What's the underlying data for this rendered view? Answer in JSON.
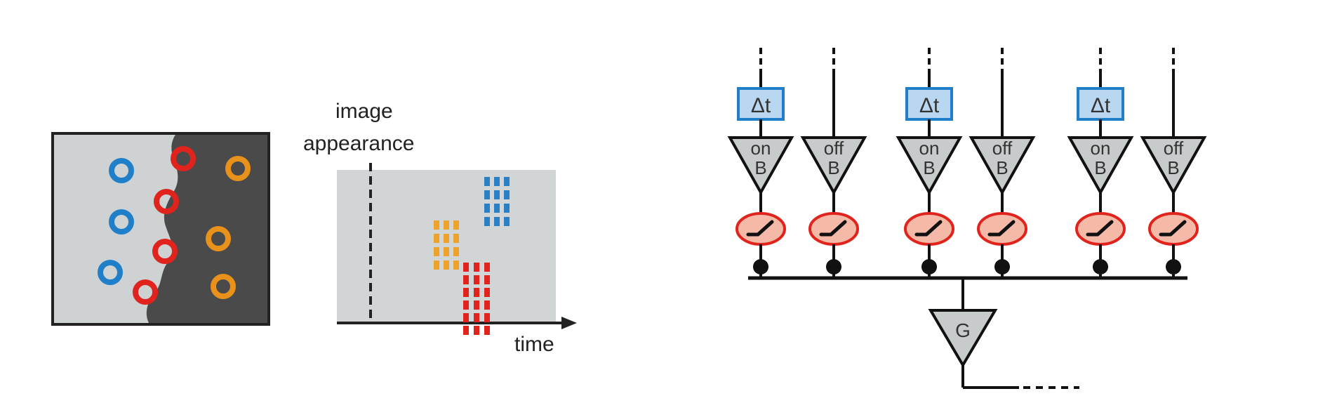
{
  "panel_left": {
    "cells": [
      {
        "color": "#1f7fc8",
        "group": "blue"
      },
      {
        "color": "#1f7fc8",
        "group": "blue"
      },
      {
        "color": "#1f7fc8",
        "group": "blue"
      },
      {
        "color": "#e0231c",
        "group": "red"
      },
      {
        "color": "#e0231c",
        "group": "red"
      },
      {
        "color": "#e0231c",
        "group": "red"
      },
      {
        "color": "#e0231c",
        "group": "red"
      },
      {
        "color": "#e8921b",
        "group": "orange"
      },
      {
        "color": "#e8921b",
        "group": "orange"
      },
      {
        "color": "#e8921b",
        "group": "orange"
      }
    ],
    "colors": {
      "light": "#cfd2d3",
      "dark": "#4a4a4a",
      "frame": "#222222"
    }
  },
  "raster": {
    "onset_label_line1": "image",
    "onset_label_line2": "appearance",
    "time_label": "time",
    "colors": {
      "background": "#d2d5d6",
      "blue": "#2b7fc4",
      "orange": "#eda32a",
      "red": "#e0231c"
    },
    "groups": [
      {
        "name": "blue",
        "rows": 4,
        "cols": 3
      },
      {
        "name": "orange",
        "rows": 4,
        "cols": 3
      },
      {
        "name": "red",
        "rows": 6,
        "cols": 3
      }
    ]
  },
  "circuit": {
    "delay_label": "Δt",
    "on_label": [
      "on",
      "B"
    ],
    "off_label": [
      "off",
      "B"
    ],
    "gate_label": "G",
    "colors": {
      "delay_fill": "#b9d7f0",
      "delay_stroke": "#1f7fc8",
      "amp_fill": "#c8cbcc",
      "nonlin_fill": "#f4b9a7",
      "nonlin_stroke": "#e0231c",
      "wire": "#111111"
    },
    "pairs": [
      {
        "on": "on B",
        "off": "off B",
        "delay": "Δt"
      },
      {
        "on": "on B",
        "off": "off B",
        "delay": "Δt"
      },
      {
        "on": "on B",
        "off": "off B",
        "delay": "Δt"
      }
    ]
  }
}
